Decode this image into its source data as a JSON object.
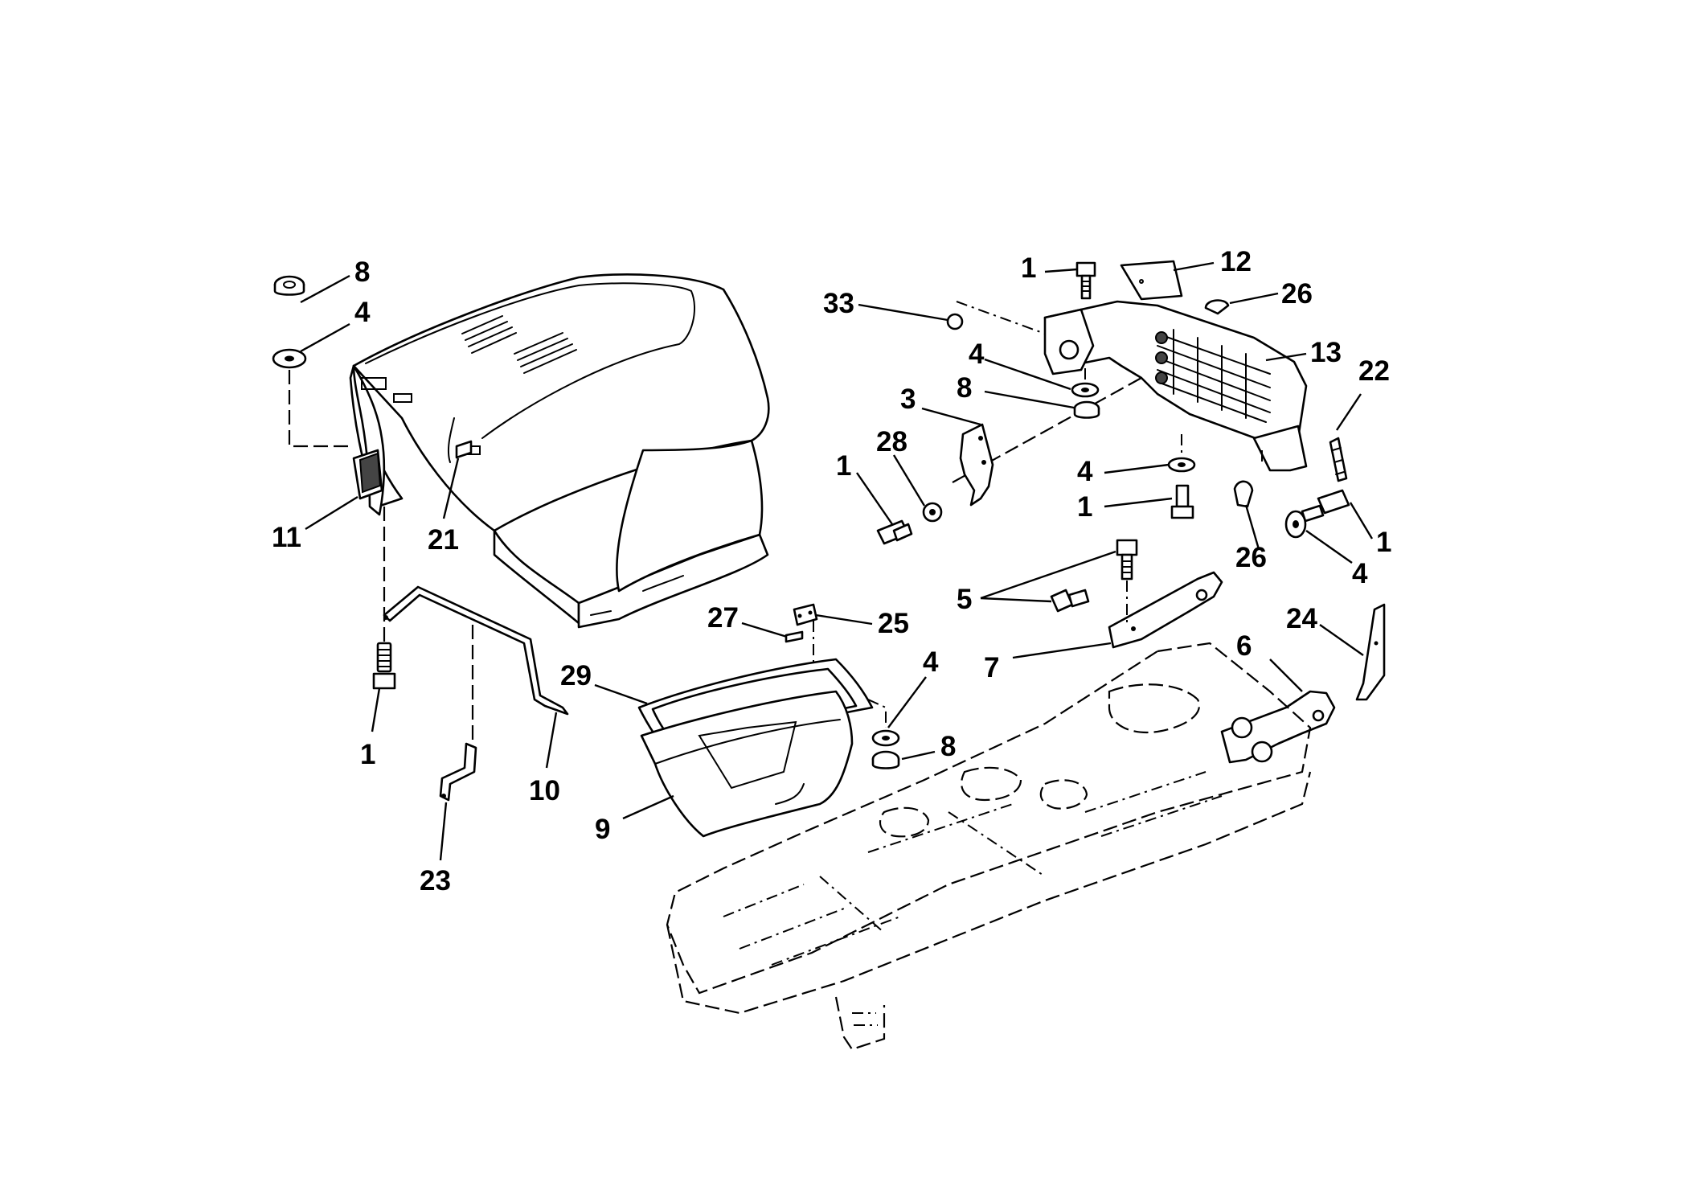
{
  "callouts": [
    {
      "id": "c8a",
      "label": "8"
    },
    {
      "id": "c4a",
      "label": "4"
    },
    {
      "id": "c11",
      "label": "11"
    },
    {
      "id": "c21",
      "label": "21"
    },
    {
      "id": "c1a",
      "label": "1"
    },
    {
      "id": "c10",
      "label": "10"
    },
    {
      "id": "c23",
      "label": "23"
    },
    {
      "id": "c27",
      "label": "27"
    },
    {
      "id": "c25",
      "label": "25"
    },
    {
      "id": "c29",
      "label": "29"
    },
    {
      "id": "c9",
      "label": "9"
    },
    {
      "id": "c4b",
      "label": "4"
    },
    {
      "id": "c8b",
      "label": "8"
    },
    {
      "id": "c33",
      "label": "33"
    },
    {
      "id": "c1b",
      "label": "1"
    },
    {
      "id": "c12",
      "label": "12"
    },
    {
      "id": "c26a",
      "label": "26"
    },
    {
      "id": "c13",
      "label": "13"
    },
    {
      "id": "c4c",
      "label": "4"
    },
    {
      "id": "c8c",
      "label": "8"
    },
    {
      "id": "c3",
      "label": "3"
    },
    {
      "id": "c28",
      "label": "28"
    },
    {
      "id": "c1c",
      "label": "1"
    },
    {
      "id": "c22",
      "label": "22"
    },
    {
      "id": "c4d",
      "label": "4"
    },
    {
      "id": "c1d",
      "label": "1"
    },
    {
      "id": "c26b",
      "label": "26"
    },
    {
      "id": "c1e",
      "label": "1"
    },
    {
      "id": "c4e",
      "label": "4"
    },
    {
      "id": "c5",
      "label": "5"
    },
    {
      "id": "c7",
      "label": "7"
    },
    {
      "id": "c24",
      "label": "24"
    },
    {
      "id": "c6",
      "label": "6"
    }
  ]
}
